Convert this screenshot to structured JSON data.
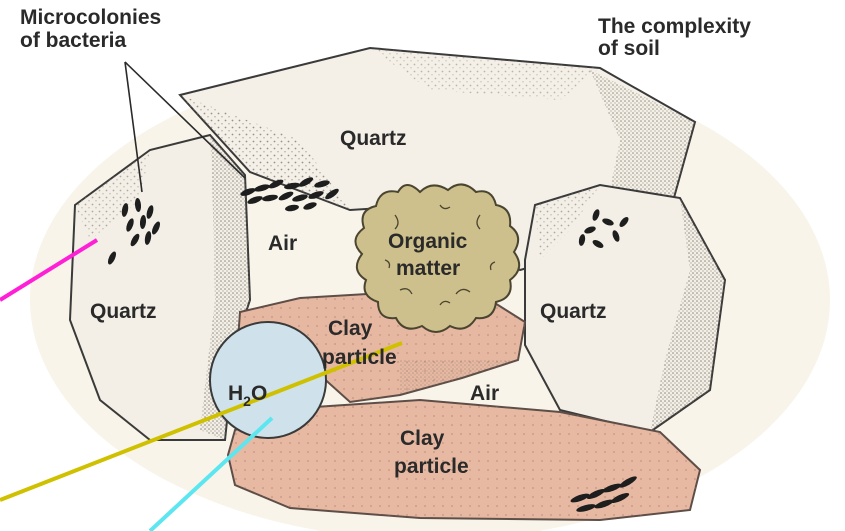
{
  "title": {
    "line1": "The complexity",
    "line2": "of soil"
  },
  "callout": {
    "line1": "Microcolonies",
    "line2": "of bacteria"
  },
  "labels": {
    "quartz_top": "Quartz",
    "quartz_left": "Quartz",
    "quartz_right": "Quartz",
    "air_left": "Air",
    "air_middle": "Air",
    "organic_line1": "Organic",
    "organic_line2": "matter",
    "clay_top_line1": "Clay",
    "clay_top_line2": "particle",
    "clay_bottom_line1": "Clay",
    "clay_bottom_line2": "particle",
    "water_main": "H",
    "water_sub": "2",
    "water_end": "O"
  },
  "colors": {
    "background": "#f7f2e6",
    "quartz": "#f3efe6",
    "quartz_stipple": "#8a857a",
    "clay": "#e7b8a1",
    "clay_stroke": "#6b5b55",
    "organic": "#cfc28e",
    "water": "#cfe2ec",
    "pointer_magenta": "#ff1fd6",
    "pointer_yellow": "#cfc000",
    "pointer_cyan": "#5be6f0",
    "outline": "#3a3a3a"
  }
}
